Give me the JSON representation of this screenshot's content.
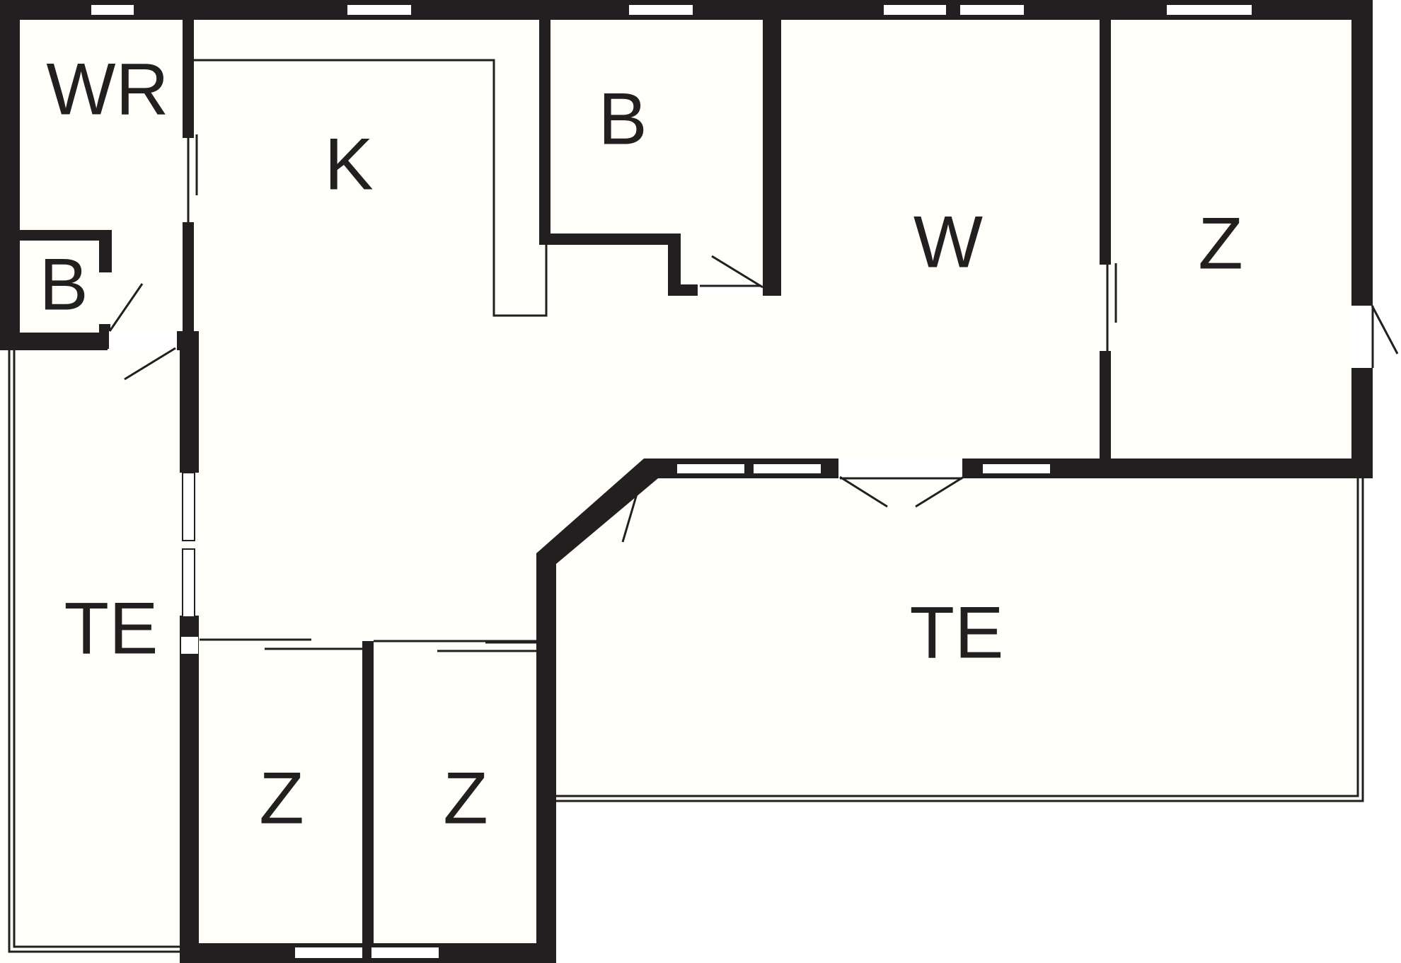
{
  "floorplan": {
    "colors": {
      "background": "#ffffff",
      "floor": "#fffffa",
      "wall": "#231f20"
    },
    "rooms": [
      {
        "id": "wr",
        "label": "WR"
      },
      {
        "id": "b1",
        "label": "B"
      },
      {
        "id": "k",
        "label": "K"
      },
      {
        "id": "b2",
        "label": "B"
      },
      {
        "id": "w",
        "label": "W"
      },
      {
        "id": "z1",
        "label": "Z"
      },
      {
        "id": "te1",
        "label": "TE"
      },
      {
        "id": "te2",
        "label": "TE"
      },
      {
        "id": "z2",
        "label": "Z"
      },
      {
        "id": "z3",
        "label": "Z"
      }
    ]
  }
}
